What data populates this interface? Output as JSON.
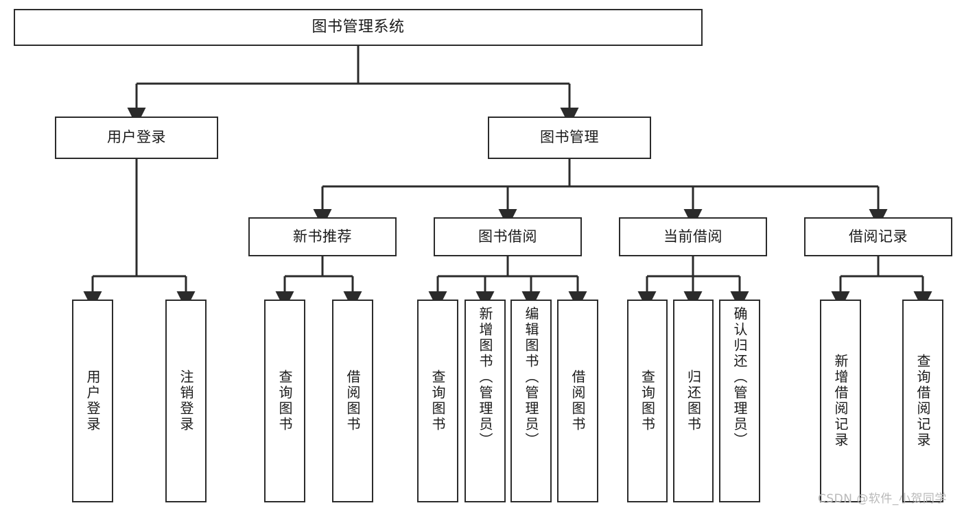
{
  "diagram": {
    "title": "图书管理系统",
    "type": "tree",
    "orientation": "top-down",
    "colors": {
      "box_border": "#2b2b2b",
      "box_fill": "#ffffff",
      "connector": "#2b2b2b",
      "text": "#1a1a1a",
      "watermark": "#b9b9b9",
      "background": "#ffffff"
    }
  },
  "root": {
    "label": "图书管理系统"
  },
  "level2": [
    {
      "label": "用户登录"
    },
    {
      "label": "图书管理"
    }
  ],
  "level3": [
    {
      "label": "新书推荐"
    },
    {
      "label": "图书借阅"
    },
    {
      "label": "当前借阅"
    },
    {
      "label": "借阅记录"
    }
  ],
  "leaves": {
    "user_login": [
      {
        "label": "用户登录"
      },
      {
        "label": "注销登录"
      }
    ],
    "new_book_recommend": [
      {
        "label": "查询图书"
      },
      {
        "label": "借阅图书"
      }
    ],
    "book_borrow": [
      {
        "label": "查询图书"
      },
      {
        "label": "新增图书（管理员）"
      },
      {
        "label": "编辑图书（管理员）"
      },
      {
        "label": "借阅图书"
      }
    ],
    "current_borrow": [
      {
        "label": "查询图书"
      },
      {
        "label": "归还图书"
      },
      {
        "label": "确认归还（管理员）"
      }
    ],
    "borrow_record": [
      {
        "label": "新增借阅记录"
      },
      {
        "label": "查询借阅记录"
      }
    ]
  },
  "watermark": {
    "text": "CSDN @软件_小贺同学"
  }
}
